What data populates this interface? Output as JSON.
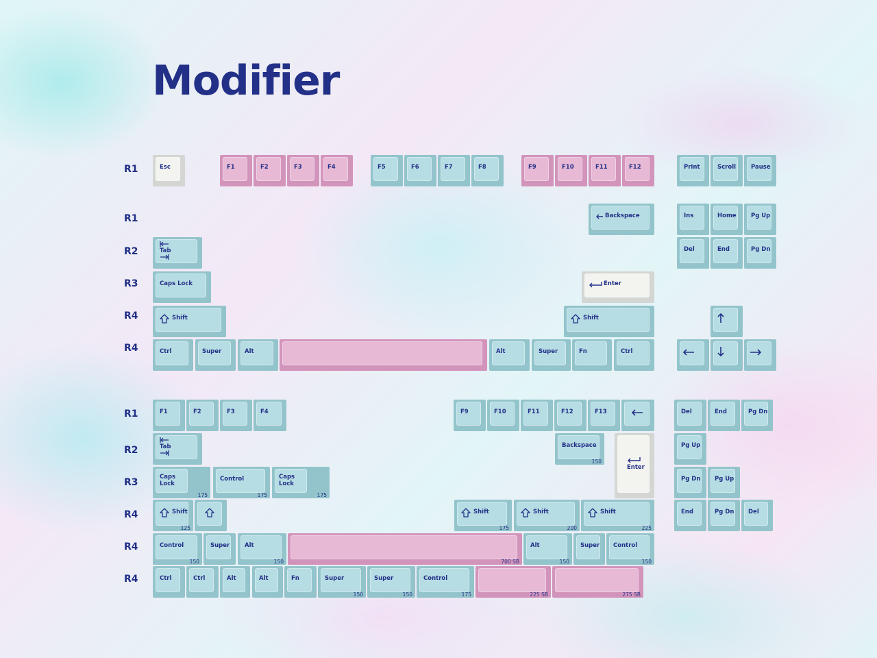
{
  "title": "Modifier",
  "row_labels": {
    "a1": "R1",
    "a2": "R1",
    "a3": "R2",
    "a4": "R3",
    "a5": "R4",
    "a6": "R4",
    "b1": "R1",
    "b2": "R2",
    "b3": "R3",
    "b4": "R4",
    "b5": "R4",
    "b6": "R4"
  },
  "keys": {
    "esc": "Esc",
    "f1": "F1",
    "f2": "F2",
    "f3": "F3",
    "f4": "F4",
    "f5": "F5",
    "f6": "F6",
    "f7": "F7",
    "f8": "F8",
    "f9": "F9",
    "f10": "F10",
    "f11": "F11",
    "f12": "F12",
    "print": "Print",
    "scroll": "Scroll",
    "pause": "Pause",
    "backspace": "Backspace",
    "ins": "Ins",
    "home": "Home",
    "pgup": "Pg Up",
    "del": "Del",
    "end": "End",
    "pgdn": "Pg Dn",
    "tab": "Tab",
    "capslock": "Caps Lock",
    "enter": "Enter",
    "shift": "Shift",
    "ctrl": "Ctrl",
    "super": "Super",
    "alt": "Alt",
    "fn": "Fn"
  },
  "kit2": {
    "f1": "F1",
    "f2": "F2",
    "f3": "F3",
    "f4": "F4",
    "f9": "F9",
    "f10": "F10",
    "f11": "F11",
    "f12": "F12",
    "f13": "F13",
    "del": "Del",
    "end": "End",
    "pgdn": "Pg Dn",
    "pgup": "Pg Up",
    "tab": "Tab",
    "backspace": "Backspace",
    "backspace_size": "150",
    "enter": "Enter",
    "caps1": "Caps\nLock",
    "caps1_size": "175",
    "control_r3": "Control",
    "control_r3_size": "175",
    "caps2": "Caps\nLock",
    "caps2_size": "175",
    "shift_125": "Shift",
    "shift_125_size": "125",
    "shift_175": "Shift",
    "shift_175_size": "175",
    "shift_200": "Shift",
    "shift_200_size": "200",
    "shift_225": "Shift",
    "shift_225_size": "225",
    "control_l": "Control",
    "control_l_size": "150",
    "super_l": "Super",
    "alt_l": "Alt",
    "alt_l_size": "150",
    "space_700_size": "700 SB",
    "alt_r": "Alt",
    "alt_r_size": "150",
    "super_r": "Super",
    "control_r": "Control",
    "control_r_size": "150",
    "ctrl1": "Ctrl",
    "ctrl2": "Ctrl",
    "alt1": "Alt",
    "alt2": "Alt",
    "fn": "Fn",
    "super1": "Super",
    "super1_size": "150",
    "super2": "Super",
    "super2_size": "150",
    "control_b": "Control",
    "control_b_size": "175",
    "space_225_size": "225 SB",
    "space_275_size": "275 SB"
  },
  "colors": {
    "accent_navy": "#223087",
    "cap_blue": "#b7dde4",
    "cap_pink": "#e7b9d5",
    "cap_white": "#f3f3f0"
  },
  "icons": {
    "tab": "tab-arrows-icon",
    "shift": "shift-arrow-icon",
    "enter": "enter-arrow-icon",
    "backspace": "backspace-arrow-icon",
    "arrows": [
      "arrow-up-icon",
      "arrow-left-icon",
      "arrow-down-icon",
      "arrow-right-icon"
    ]
  }
}
